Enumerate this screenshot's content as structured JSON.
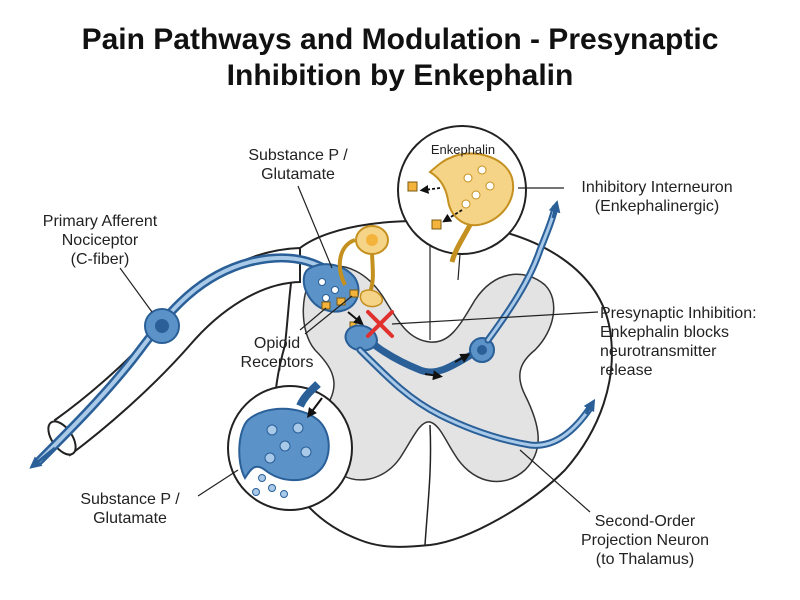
{
  "title": {
    "line1": "Pain Pathways and Modulation - Presynaptic",
    "line2": "Inhibition by Enkephalin"
  },
  "labels": {
    "substance_p_top": {
      "line1": "Substance P /",
      "line2": "Glutamate"
    },
    "primary_afferent": {
      "line1": "Primary Afferent",
      "line2": "Nociceptor",
      "line3": "(C-fiber)"
    },
    "enkephalin": "Enkephalin",
    "inhibitory_interneuron": {
      "line1": "Inhibitory Interneuron",
      "line2": "(Enkephalinergic)"
    },
    "presynaptic_inhibition": {
      "line1": "Presynaptic Inhibition:",
      "line2": "Enkephalin blocks",
      "line3": "neurotransmitter",
      "line4": "release"
    },
    "opioid_receptors": {
      "line1": "Opioid",
      "line2": "Receptors"
    },
    "substance_p_bottom": {
      "line1": "Substance P /",
      "line2": "Glutamate"
    },
    "second_order": {
      "line1": "Second-Order",
      "line2": "Projection Neuron",
      "line3": "(to Thalamus)"
    }
  },
  "colors": {
    "neuron_blue": "#5b93c9",
    "neuron_blue_dark": "#2a5f98",
    "neuron_blue_light": "#a9c9e8",
    "interneuron_orange": "#f6d487",
    "interneuron_orange_dark": "#c4901f",
    "receptor_orange": "#f3b33d",
    "gray_matter": "#e3e3e3",
    "inhibition_x": "#e0312f",
    "outline": "#222222"
  }
}
